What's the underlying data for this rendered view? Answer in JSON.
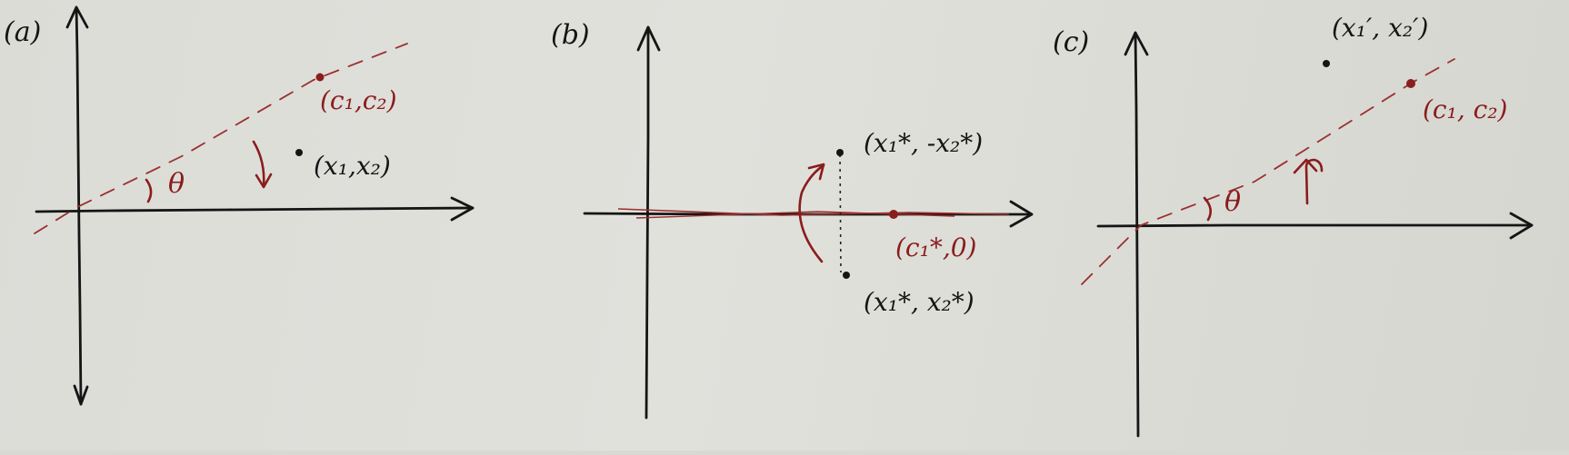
{
  "panel_a": {
    "label": "(a)",
    "point_c": "(c₁,c₂)",
    "point_x": "(x₁,x₂)",
    "angle": "θ"
  },
  "panel_b": {
    "label": "(b)",
    "point_reflected": "(x₁*, -x₂*)",
    "point_c": "(c₁*,0)",
    "point_x": "(x₁*, x₂*)"
  },
  "panel_c": {
    "label": "(c)",
    "point_x": "(x₁′, x₂′)",
    "point_c": "(c₁, c₂)",
    "angle": "θ"
  },
  "colors": {
    "ink": "#151515",
    "red": "#8a1d1d",
    "paper": "#dddcd7"
  }
}
